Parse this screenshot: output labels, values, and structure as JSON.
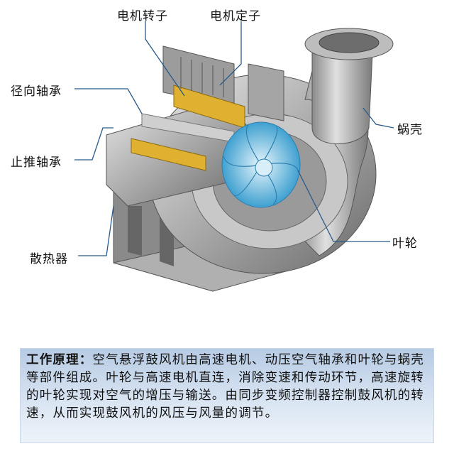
{
  "labels": {
    "rotor": "电机转子",
    "stator": "电机定子",
    "radial_bearing": "径向轴承",
    "thrust_bearing": "止推轴承",
    "radiator": "散热器",
    "volute": "蜗壳",
    "impeller": "叶轮"
  },
  "description": {
    "title": "工作原理：",
    "body": "空气悬浮鼓风机由高速电机、动压空气轴承和叶轮与蜗壳等部件组成。叶轮与高速电机直连，消除变速和传动环节，高速旋转的叶轮实现对空气的增压与输送。由同步变频控制器控制鼓风机的转速，从而实现鼓风机的风压与风量的调节。"
  },
  "colors": {
    "leader": "#2a5a8a",
    "impeller": "#5fb8e0",
    "coil": "#e0b030",
    "metal": "#a8a8a8"
  }
}
